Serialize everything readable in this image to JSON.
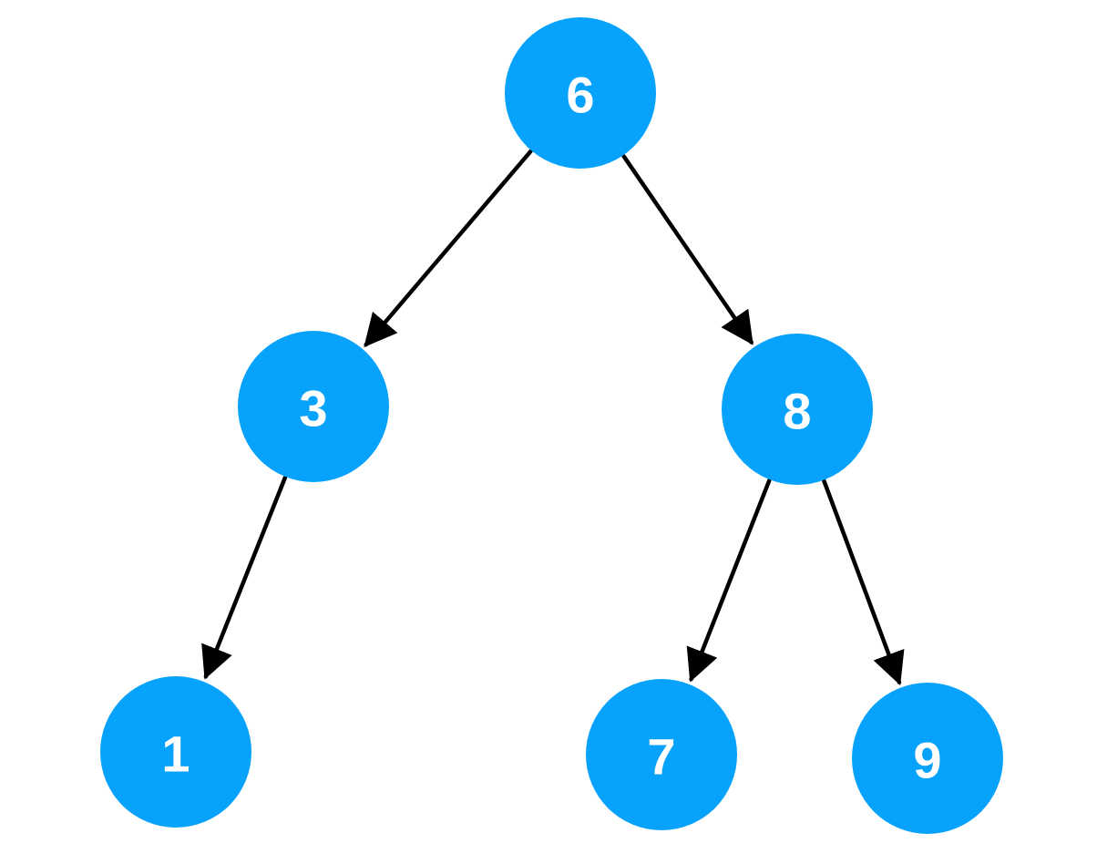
{
  "diagram": {
    "type": "binary-tree",
    "node_color": "#07A2FB",
    "label_color": "#FFFFFF",
    "edge_color": "#000000",
    "nodes": [
      {
        "id": "n6",
        "label": "6"
      },
      {
        "id": "n3",
        "label": "3"
      },
      {
        "id": "n8",
        "label": "8"
      },
      {
        "id": "n1",
        "label": "1"
      },
      {
        "id": "n7",
        "label": "7"
      },
      {
        "id": "n9",
        "label": "9"
      }
    ],
    "edges": [
      {
        "from": "n6",
        "to": "n3"
      },
      {
        "from": "n6",
        "to": "n8"
      },
      {
        "from": "n3",
        "to": "n1"
      },
      {
        "from": "n8",
        "to": "n7"
      },
      {
        "from": "n8",
        "to": "n9"
      }
    ]
  }
}
